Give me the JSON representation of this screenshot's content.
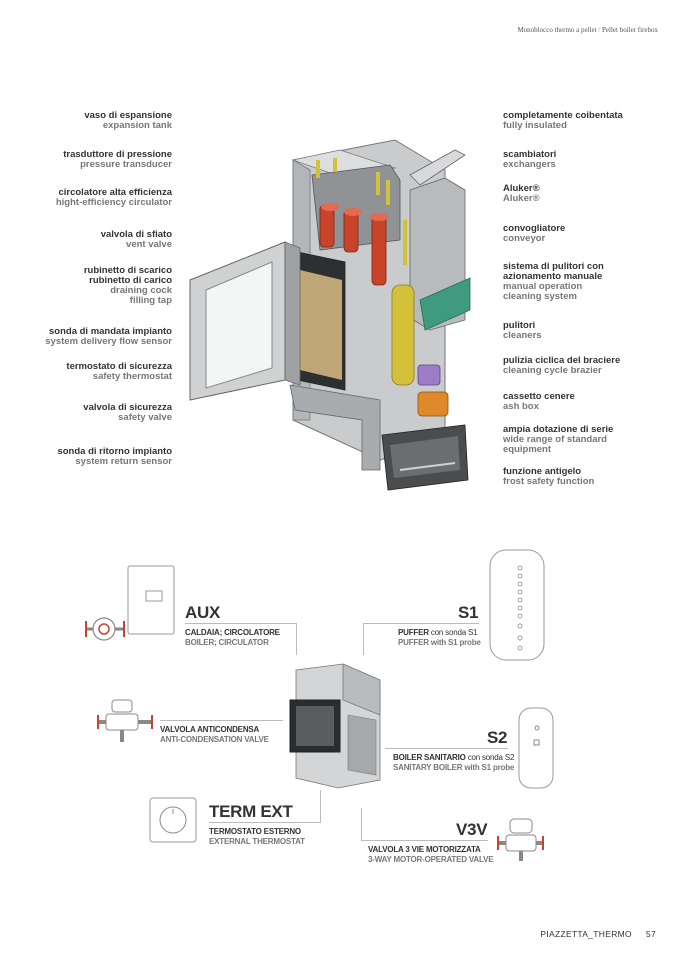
{
  "header": {
    "title": "Monoblocco thermo a pellet",
    "separator": "/",
    "subtitle": "Pellet boiler firebox"
  },
  "labels_left": [
    {
      "it": "vaso di espansione",
      "en": "expansion tank"
    },
    {
      "it": "trasduttore di pressione",
      "en": "pressure transducer"
    },
    {
      "it": "circolatore alta efficienza",
      "en": "hight-efficiency circulator"
    },
    {
      "it": "valvola di sfiato",
      "en": "vent valve"
    },
    {
      "it": "rubinetto di scarico",
      "it2": "rubinetto di carico",
      "en": "draining cock",
      "en2": "filling tap"
    },
    {
      "it": "sonda di mandata impianto",
      "en": "system delivery flow sensor"
    },
    {
      "it": "termostato di sicurezza",
      "en": "safety thermostat"
    },
    {
      "it": "valvola di sicurezza",
      "en": "safety valve"
    },
    {
      "it": "sonda di ritorno impianto",
      "en": "system return sensor"
    }
  ],
  "labels_right": [
    {
      "it": "completamente coibentata",
      "en": "fully insulated"
    },
    {
      "it": "scambiatori",
      "en": "exchangers"
    },
    {
      "it": "Aluker®",
      "en": "Aluker®"
    },
    {
      "it": "convogliatore",
      "en": "conveyor"
    },
    {
      "it": "sistema di pulitori con",
      "it2": "azionamento manuale",
      "en": "manual operation",
      "en2": "cleaning system"
    },
    {
      "it": "pulitori",
      "en": "cleaners"
    },
    {
      "it": "pulizia ciclica del braciere",
      "en": "cleaning cycle brazier"
    },
    {
      "it": "cassetto cenere",
      "en": "ash box"
    },
    {
      "it": "ampia dotazione di serie",
      "en": "wide range of standard",
      "en2": "equipment"
    },
    {
      "it": "funzione antigelo",
      "en": "frost safety function"
    }
  ],
  "connections": {
    "aux": {
      "title": "AUX",
      "it": "CALDAIA; CIRCOLATORE",
      "en": "BOILER; CIRCULATOR"
    },
    "s1": {
      "title": "S1",
      "it_a": "PUFFER",
      "it_b": "con sonda S1",
      "en": "PUFFER with S1 probe"
    },
    "valve": {
      "it": "VALVOLA ANTICONDENSA",
      "en": "ANTI-CONDENSATION VALVE"
    },
    "s2": {
      "title": "S2",
      "it_a": "BOILER SANITARIO",
      "it_b": "con sonda S2",
      "en": "SANITARY BOILER with S1 probe"
    },
    "term": {
      "title": "TERM EXT",
      "it": "TERMOSTATO ESTERNO",
      "en": "EXTERNAL THERMOSTAT"
    },
    "v3v": {
      "title": "V3V",
      "it": "VALVOLA 3 VIE MOTORIZZATA",
      "en": "3-WAY MOTOR-OPERATED VALVE"
    }
  },
  "footer": {
    "brand": "PIAZZETTA_THERMO",
    "page": "57"
  },
  "colors": {
    "accent_green": "#3f9a7e",
    "accent_yellow": "#d4c13a",
    "accent_orange": "#e0892a",
    "accent_red": "#c8432a",
    "accent_purple": "#9b7cc6"
  }
}
